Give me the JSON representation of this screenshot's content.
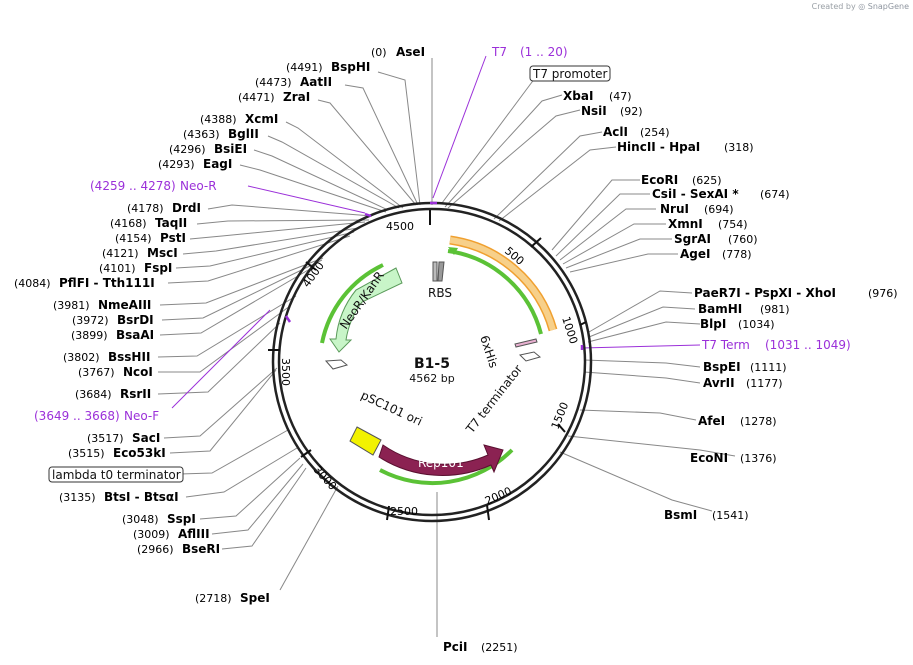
{
  "credit": {
    "created_by": "Created by",
    "brand": "SnapGene"
  },
  "plasmid": {
    "name": "B1-5",
    "length_label": "4562 bp",
    "length": 4562
  },
  "ticks": [
    "500",
    "1000",
    "1500",
    "2000",
    "2500",
    "3000",
    "3500",
    "4000",
    "4500"
  ],
  "sites": [
    {
      "pos": "(0)",
      "name": "AseI"
    },
    {
      "pos": "(4491)",
      "name": "BspHI"
    },
    {
      "pos": "(4473)",
      "name": "AatII"
    },
    {
      "pos": "(4471)",
      "name": "ZraI"
    },
    {
      "pos": "(4388)",
      "name": "XcmI"
    },
    {
      "pos": "(4363)",
      "name": "BglII"
    },
    {
      "pos": "(4296)",
      "name": "BsiEI"
    },
    {
      "pos": "(4293)",
      "name": "EagI"
    },
    {
      "pos": "(4178)",
      "name": "DrdI"
    },
    {
      "pos": "(4168)",
      "name": "TaqII"
    },
    {
      "pos": "(4154)",
      "name": "PstI"
    },
    {
      "pos": "(4121)",
      "name": "MscI"
    },
    {
      "pos": "(4101)",
      "name": "FspI"
    },
    {
      "pos": "(4084)",
      "name": "PflFI  -  Tth111I"
    },
    {
      "pos": "(3981)",
      "name": "NmeAIII"
    },
    {
      "pos": "(3972)",
      "name": "BsrDI"
    },
    {
      "pos": "(3899)",
      "name": "BsaAI"
    },
    {
      "pos": "(3802)",
      "name": "BssHII"
    },
    {
      "pos": "(3767)",
      "name": "NcoI"
    },
    {
      "pos": "(3684)",
      "name": "RsrII"
    },
    {
      "pos": "(3517)",
      "name": "SacI"
    },
    {
      "pos": "(3515)",
      "name": "Eco53kI"
    },
    {
      "pos": "(3135)",
      "name": "BtsI  -  BtsαI"
    },
    {
      "pos": "(3048)",
      "name": "SspI"
    },
    {
      "pos": "(3009)",
      "name": "AflIII"
    },
    {
      "pos": "(2966)",
      "name": "BseRI"
    },
    {
      "pos": "(2718)",
      "name": "SpeI"
    },
    {
      "pos": "(2251)",
      "name": "PciI"
    },
    {
      "pos": "(1541)",
      "name": "BsmI"
    },
    {
      "pos": "(1376)",
      "name": "EcoNI"
    },
    {
      "pos": "(1278)",
      "name": "AfeI"
    },
    {
      "pos": "(1177)",
      "name": "AvrII"
    },
    {
      "pos": "(1111)",
      "name": "BspEI"
    },
    {
      "pos": "(1034)",
      "name": "BlpI"
    },
    {
      "pos": "(981)",
      "name": "BamHI"
    },
    {
      "pos": "(976)",
      "name": "PaeR7I  -  PspXI  -  XhoI"
    },
    {
      "pos": "(778)",
      "name": "AgeI"
    },
    {
      "pos": "(760)",
      "name": "SgrAI"
    },
    {
      "pos": "(754)",
      "name": "XmnI"
    },
    {
      "pos": "(694)",
      "name": "NruI"
    },
    {
      "pos": "(674)",
      "name": "CsiI  -  SexAI *"
    },
    {
      "pos": "(625)",
      "name": "EcoRI"
    },
    {
      "pos": "(318)",
      "name": "HincII  -  HpaI"
    },
    {
      "pos": "(254)",
      "name": "AclI"
    },
    {
      "pos": "(92)",
      "name": "NsiI"
    },
    {
      "pos": "(47)",
      "name": "XbaI"
    }
  ],
  "primers": [
    {
      "name": "T7",
      "range": "(1 .. 20)"
    },
    {
      "name": "Neo-R",
      "range": "(4259 .. 4278)"
    },
    {
      "name": "Neo-F",
      "range": "(3649 .. 3668)"
    },
    {
      "name": "T7 Term",
      "range": "(1031 .. 1049)"
    }
  ],
  "boxed_features": [
    "T7 promoter",
    "lambda t0 terminator"
  ],
  "features": [
    "RBS",
    "6xHis",
    "NeoR/KanR",
    "pSC101 ori",
    "T7 terminator",
    "Rep101"
  ],
  "colors": {
    "primer": "#9b30d9",
    "rep101": "#8b2252",
    "neor": "#c8f5c8",
    "lacI": "#f5c26b",
    "green": "#5bc236",
    "ori": "#f2f200"
  }
}
